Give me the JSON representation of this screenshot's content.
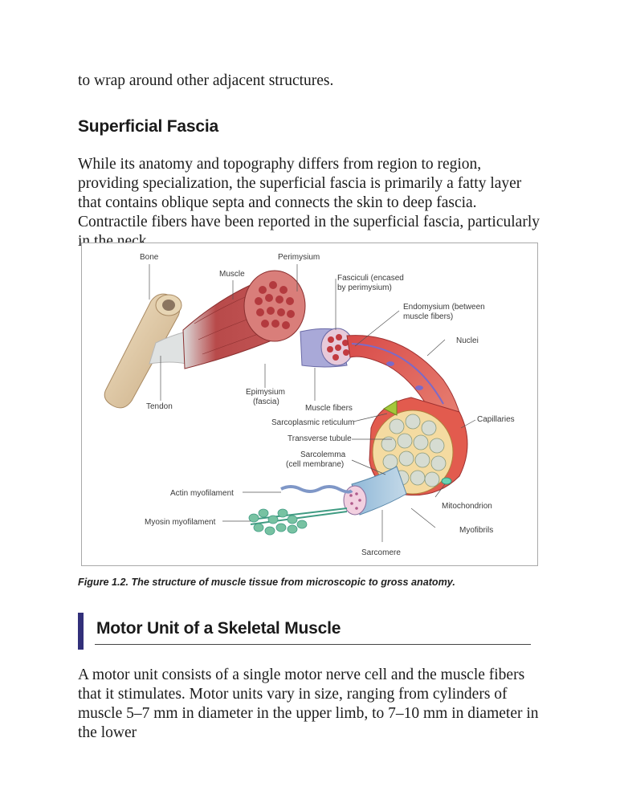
{
  "paragraph_top": "to wrap around other adjacent structures.",
  "section_superficial": {
    "heading": "Superficial Fascia",
    "body": "While its anatomy and topography differs from region to region, providing specialization, the superficial fascia is primarily a fatty layer that contains oblique septa and connects the skin to deep fascia. Contractile fibers have been reported in the superficial fascia, particularly in the neck."
  },
  "figure": {
    "labels": {
      "bone": "Bone",
      "perimysium": "Perimysium",
      "muscle": "Muscle",
      "fasciculi_1": "Fasciculi (encased",
      "fasciculi_2": "by perimysium)",
      "endomysium_1": "Endomysium (between",
      "endomysium_2": "muscle fibers)",
      "nuclei": "Nuclei",
      "tendon": "Tendon",
      "epimysium_1": "Epimysium",
      "epimysium_2": "(fascia)",
      "muscle_fibers": "Muscle fibers",
      "sarcoplasmic_reticulum": "Sarcoplasmic reticulum",
      "capillaries": "Capillaries",
      "transverse_tubule": "Transverse tubule",
      "sarcolemma_1": "Sarcolemma",
      "sarcolemma_2": "(cell membrane)",
      "actin": "Actin myofilament",
      "mitochondrion": "Mitochondrion",
      "myosin": "Myosin myofilament",
      "myofibrils": "Myofibrils",
      "sarcomere": "Sarcomere"
    },
    "caption": "Figure 1.2. The structure of muscle tissue from microscopic to gross anatomy."
  },
  "section_motor_unit": {
    "heading": "Motor Unit of a Skeletal Muscle",
    "body": "A motor unit consists of a single motor nerve cell and the muscle fibers that it stimulates. Motor units vary in size, ranging from cylinders of muscle 5–7 mm in diameter in the upper limb, to 7–10 mm in diameter in the lower"
  }
}
